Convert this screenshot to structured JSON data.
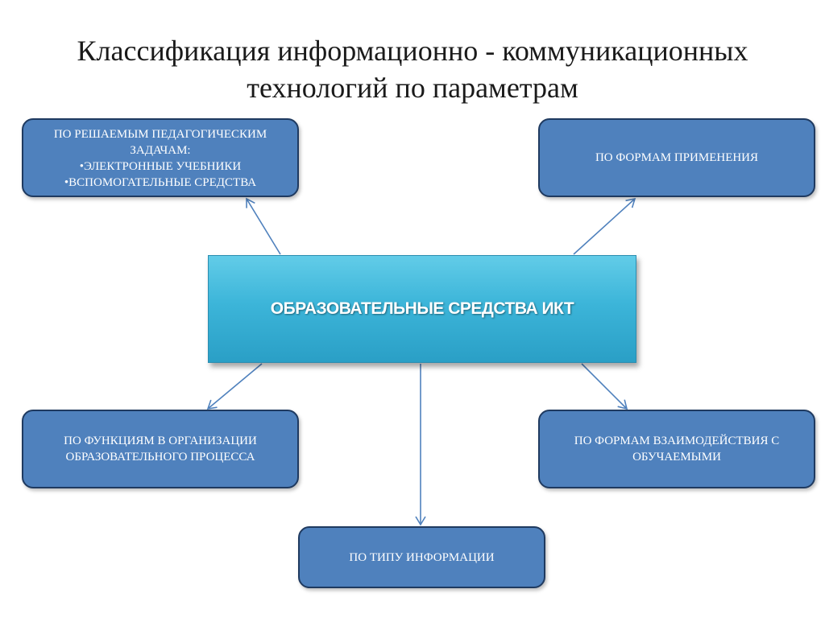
{
  "title": {
    "line1": "Классификация информационно - коммуникационных",
    "line2": "технологий по параметрам"
  },
  "center": {
    "label": "ОБРАЗОВАТЕЛЬНЫЕ СРЕДСТВА ИКТ"
  },
  "nodes": {
    "tasks": {
      "lines": [
        "ПО РЕШАЕМЫМ ПЕДАГОГИЧЕСКИМ",
        "ЗАДАЧАМ:",
        "•ЭЛЕКТРОННЫЕ УЧЕБНИКИ",
        "•ВСПОМОГАТЕЛЬНЫЕ СРЕДСТВА"
      ]
    },
    "forms": {
      "label": "ПО ФОРМАМ ПРИМЕНЕНИЯ"
    },
    "functions": {
      "lines": [
        "ПО ФУНКЦИЯМ В ОРГАНИЗАЦИИ",
        "ОБРАЗОВАТЕЛЬНОГО ПРОЦЕССА"
      ]
    },
    "interaction": {
      "lines": [
        "ПО ФОРМАМ ВЗАИМОДЕЙСТВИЯ С",
        "ОБУЧАЕМЫМИ"
      ]
    },
    "info_type": {
      "label": "ПО ТИПУ ИНФОРМАЦИИ"
    }
  },
  "colors": {
    "node_fill": "#4f81bd",
    "node_border": "#1f3a60",
    "center_fill": "#3cb5d9",
    "connector": "#4f81bd",
    "text": "#ffffff"
  }
}
